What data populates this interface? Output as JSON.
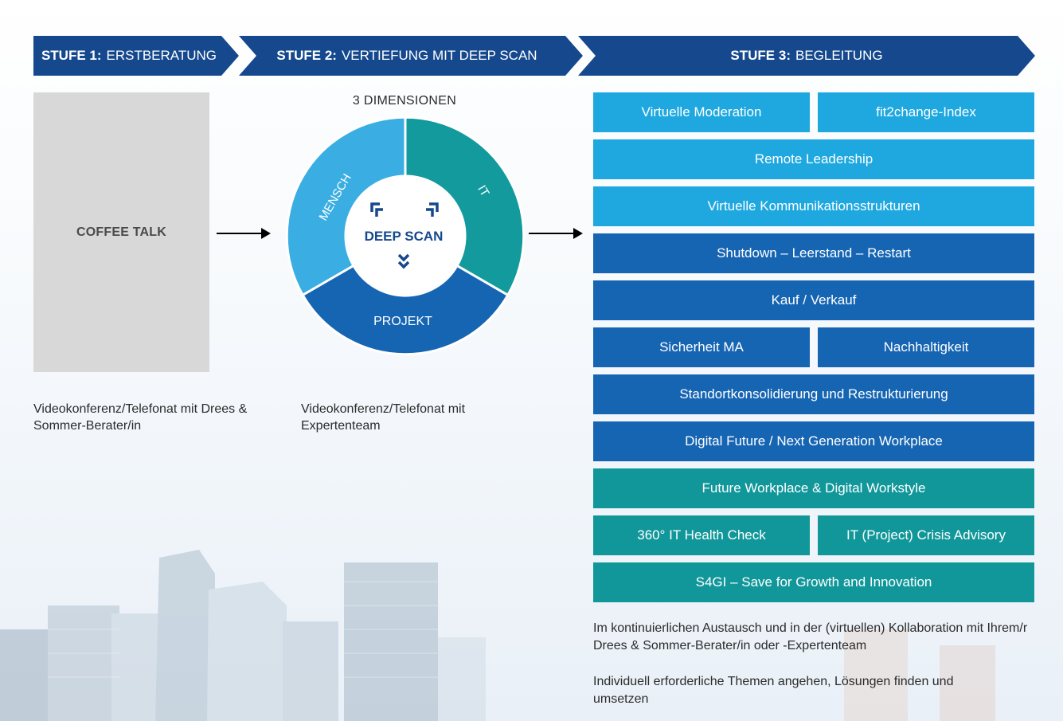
{
  "stages": [
    {
      "bold": "STUFE 1:",
      "text": "ERSTBERATUNG"
    },
    {
      "bold": "STUFE 2:",
      "text": "VERTIEFUNG MIT DEEP SCAN"
    },
    {
      "bold": "STUFE 3:",
      "text": "BEGLEITUNG"
    }
  ],
  "stage1": {
    "box_label": "COFFEE TALK",
    "description": "Videokonferenz/Telefonat mit Drees & Sommer-Berater/in"
  },
  "stage2": {
    "title": "3 DIMENSIONEN",
    "segments": {
      "mensch": "MENSCH",
      "it": "IT",
      "projekt": "PROJEKT"
    },
    "center_label": "DEEP SCAN",
    "description": "Videokonferenz/Telefonat mit Expertenteam"
  },
  "stage3": {
    "rows": [
      [
        {
          "label": "Virtuelle Moderation",
          "color": "light"
        },
        {
          "label": "fit2change-Index",
          "color": "light"
        }
      ],
      [
        {
          "label": "Remote Leadership",
          "color": "light"
        }
      ],
      [
        {
          "label": "Virtuelle Kommunikationsstrukturen",
          "color": "light"
        }
      ],
      [
        {
          "label": "Shutdown – Leerstand – Restart",
          "color": "dark"
        }
      ],
      [
        {
          "label": "Kauf / Verkauf",
          "color": "dark"
        }
      ],
      [
        {
          "label": "Sicherheit MA",
          "color": "dark"
        },
        {
          "label": "Nachhaltigkeit",
          "color": "dark"
        }
      ],
      [
        {
          "label": "Standortkonsolidierung und Restrukturierung",
          "color": "dark"
        }
      ],
      [
        {
          "label": "Digital Future / Next Generation Workplace",
          "color": "dark"
        }
      ],
      [
        {
          "label": "Future Workplace & Digital Workstyle",
          "color": "teal"
        }
      ],
      [
        {
          "label": "360° IT Health Check",
          "color": "teal"
        },
        {
          "label": "IT (Project) Crisis Advisory",
          "color": "teal"
        }
      ],
      [
        {
          "label": "S4GI – Save for Growth and Innovation",
          "color": "teal"
        }
      ]
    ],
    "footer_1": "Im kontinuierlichen Austausch und in der (virtuellen) Kollaboration mit Ihrem/r Drees & Sommer-Berater/in oder -Expertenteam",
    "footer_2": "Individuell erforderliche Themen angehen, Lösungen finden und umsetzen"
  },
  "colors": {
    "banner": "#15488d",
    "light_blue": "#1fa8e0",
    "dark_blue": "#1665b3",
    "teal": "#11979a",
    "grey_box": "#d8d8d8"
  }
}
